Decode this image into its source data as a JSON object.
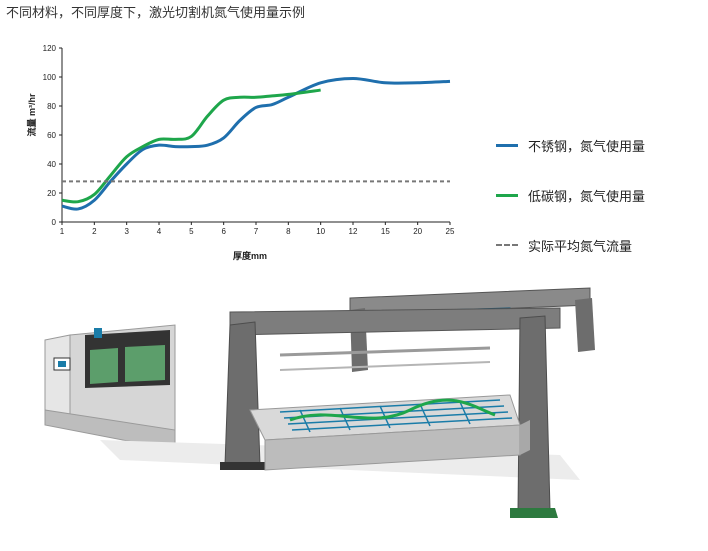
{
  "page": {
    "title": "不同材料，不同厚度下，激光切割机氮气使用量示例"
  },
  "chart_data": {
    "type": "line",
    "title": "",
    "xlabel": "厚度mm",
    "ylabel": "流量 m³/hr",
    "x_ticks": [
      "1",
      "2",
      "3",
      "4",
      "5",
      "6",
      "7",
      "8",
      "10",
      "12",
      "15",
      "20",
      "25"
    ],
    "ylim": [
      0,
      120
    ],
    "y_ticks": [
      0,
      20,
      40,
      60,
      80,
      100,
      120
    ],
    "grid": false,
    "legend_position": "right",
    "series": [
      {
        "name": "不锈钢，氮气使用量",
        "color": "#1f6fad",
        "style": "solid",
        "x": [
          "1",
          "1.5",
          "2",
          "2.5",
          "3",
          "3.5",
          "4",
          "4.5",
          "5",
          "5.5",
          "6",
          "6.5",
          "7",
          "7.5",
          "8",
          "10",
          "12",
          "15",
          "20",
          "25"
        ],
        "values": [
          11,
          9,
          15,
          28,
          40,
          50,
          53,
          52,
          52,
          53,
          58,
          70,
          79,
          81,
          86,
          96,
          99,
          96,
          96,
          97
        ]
      },
      {
        "name": "低碳钢，氮气使用量",
        "color": "#1ea64b",
        "style": "solid",
        "x": [
          "1",
          "1.5",
          "2",
          "2.5",
          "3",
          "3.5",
          "4",
          "4.5",
          "5",
          "5.5",
          "6",
          "6.5",
          "7",
          "7.5",
          "8",
          "10"
        ],
        "values": [
          15,
          14,
          19,
          32,
          45,
          52,
          57,
          57,
          59,
          73,
          84,
          86,
          86,
          87,
          88,
          91
        ]
      },
      {
        "name": "实际平均氮气流量",
        "color": "#777777",
        "style": "dashed",
        "x": [
          "1",
          "25"
        ],
        "values": [
          28,
          28
        ]
      }
    ]
  }
}
